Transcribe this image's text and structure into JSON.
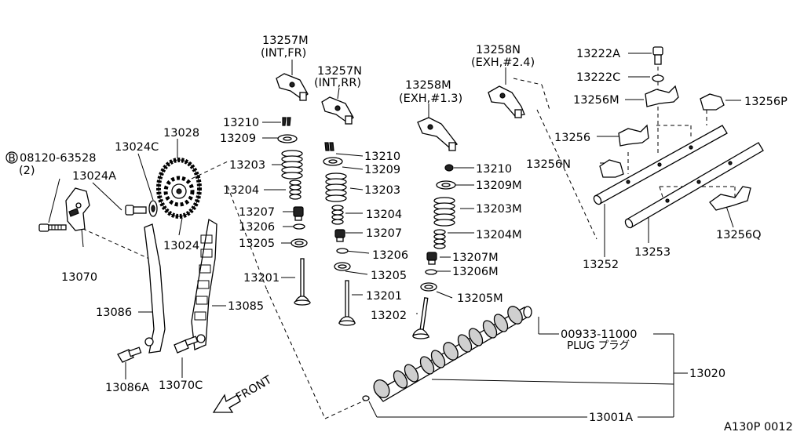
{
  "diagram_id": "A130P 0012",
  "front_label": "FRONT",
  "bolt_circle_symbol": "B",
  "labels": {
    "p13257M": "13257M",
    "p13257M_note": "(INT,FR)",
    "p13257N": "13257N",
    "p13257N_note": "(INT,RR)",
    "p13258M": "13258M",
    "p13258M_note": "(EXH,#1.3)",
    "p13258N": "13258N",
    "p13258N_note": "(EXH,#2.4)",
    "p13222A": "13222A",
    "p13222C": "13222C",
    "p13256M": "13256M",
    "p13256P": "13256P",
    "p13256": "13256",
    "p13256N": "13256N",
    "p13256Q": "13256Q",
    "p13252": "13252",
    "p13253": "13253",
    "p13210_l": "13210",
    "p13209_l": "13209",
    "p13203_l": "13203",
    "p13204_l": "13204",
    "p13207_l": "13207",
    "p13206_l": "13206",
    "p13205_l": "13205",
    "p13201_l": "13201",
    "p13210_c": "13210",
    "p13209_c": "13209",
    "p13203_c": "13203",
    "p13204_c": "13204",
    "p13207_c": "13207",
    "p13206_c": "13206",
    "p13205_c": "13205",
    "p13201_c": "13201",
    "p13210_r": "13210",
    "p13209M": "13209M",
    "p13203M": "13203M",
    "p13204M": "13204M",
    "p13207M": "13207M",
    "p13206M": "13206M",
    "p13205M": "13205M",
    "p13202": "13202",
    "p13028": "13028",
    "p13024C": "13024C",
    "p13024A": "13024A",
    "p13024": "13024",
    "p08120": "08120-63528",
    "p08120_qty": "(2)",
    "p13070": "13070",
    "p13086": "13086",
    "p13085": "13085",
    "p13086A": "13086A",
    "p13070C": "13070C",
    "p00933": "00933-11000",
    "plug": "PLUG プラグ",
    "p13020": "13020",
    "p13001A": "13001A"
  }
}
